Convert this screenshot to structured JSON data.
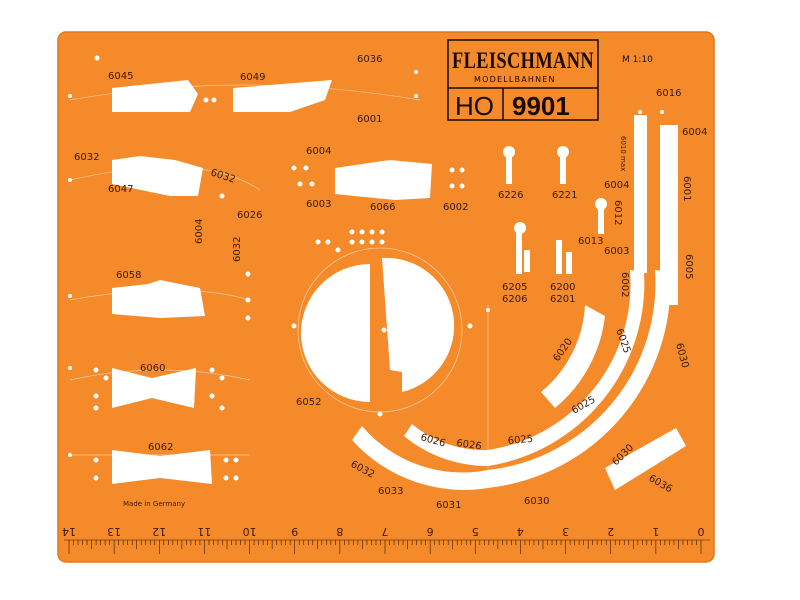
{
  "brand": {
    "name": "FLEISCHMANN",
    "subtitle": "MODELLBAHNEN",
    "gauge": "HO",
    "model": "9901",
    "scale": "M 1:10",
    "made_in": "Made in Germany"
  },
  "labels": {
    "l6036": "6036",
    "l6045": "6045",
    "l6049": "6049",
    "l6001a": "6001",
    "l6016": "6016",
    "l6004a": "6004",
    "l6032a": "6032",
    "l6047": "6047",
    "l6032b": "6032",
    "l6026a": "6026",
    "l6004b": "6004",
    "l6003a": "6003",
    "l6066": "6066",
    "l6002a": "6002",
    "l6226": "6226",
    "l6221": "6221",
    "l6010": "6010 max",
    "l6004c": "6004",
    "l6001b": "6001",
    "l6012": "6012",
    "l6013": "6013",
    "l6003b": "6003",
    "l6005": "6005",
    "l6004d": "6004",
    "l6032c": "6032",
    "l6058": "6058",
    "l6205": "6205",
    "l6206": "6206",
    "l6200": "6200",
    "l6201": "6201",
    "l6002b": "6002",
    "l6020": "6020",
    "l6025a": "6025",
    "l6030a": "6030",
    "l6060": "6060",
    "l6052": "6052",
    "l6025b": "6025",
    "l6062": "6062",
    "l6026b": "6026",
    "l6026c": "6026",
    "l6025c": "6025",
    "l6030b": "6030",
    "l6036b": "6036",
    "l6032d": "6032",
    "l6033": "6033",
    "l6031": "6031",
    "l6030c": "6030"
  },
  "ruler": {
    "numbers": [
      "14",
      "13",
      "12",
      "11",
      "10",
      "9",
      "8",
      "7",
      "6",
      "5",
      "4",
      "3",
      "2",
      "1",
      "0"
    ]
  },
  "colors": {
    "stencil": "#f58a2a",
    "stencil_edge": "#e0751b",
    "cutout": "#ffffff",
    "ink": "#1a0a02"
  }
}
